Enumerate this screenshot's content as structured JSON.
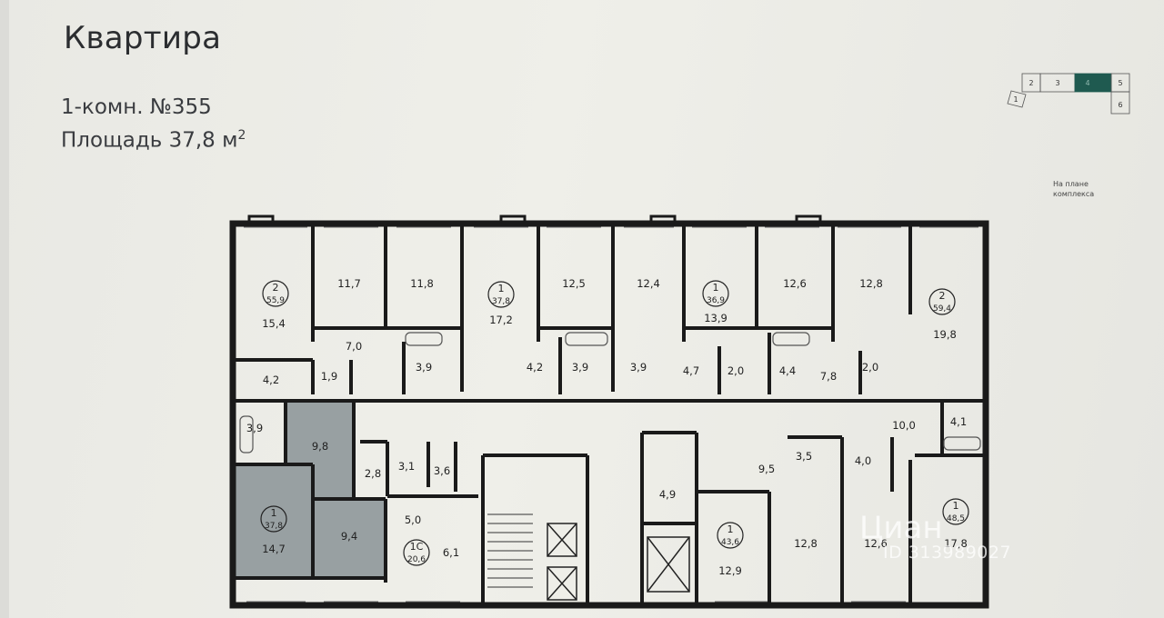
{
  "header": {
    "title": "Квартира",
    "apartment": "1-комн. №355",
    "area": "Площадь 37,8 м",
    "area_sup": "2"
  },
  "keyplan": {
    "sections": [
      "1",
      "2",
      "3",
      "4",
      "5",
      "6"
    ],
    "active_section": "4",
    "active_color": "#1f5a50",
    "note": "На плане комплекса"
  },
  "plan": {
    "highlight_color": "#98a0a2",
    "rooms": [
      {
        "id": "r1",
        "label": "15,4"
      },
      {
        "id": "r2",
        "label": "11,7"
      },
      {
        "id": "r3",
        "label": "11,8"
      },
      {
        "id": "r4",
        "label": "17,2"
      },
      {
        "id": "r5",
        "label": "12,5"
      },
      {
        "id": "r6",
        "label": "12,4"
      },
      {
        "id": "r7",
        "label": "13,9"
      },
      {
        "id": "r8",
        "label": "12,6"
      },
      {
        "id": "r9",
        "label": "12,8"
      },
      {
        "id": "r10",
        "label": "19,8"
      },
      {
        "id": "r11",
        "label": "7,0"
      },
      {
        "id": "r12",
        "label": "4,2"
      },
      {
        "id": "r13",
        "label": "1,9"
      },
      {
        "id": "r14",
        "label": "3,9"
      },
      {
        "id": "r15",
        "label": "4,2"
      },
      {
        "id": "r16",
        "label": "3,9"
      },
      {
        "id": "r17",
        "label": "3,9"
      },
      {
        "id": "r18",
        "label": "4,7"
      },
      {
        "id": "r19",
        "label": "2,0"
      },
      {
        "id": "r20",
        "label": "4,4"
      },
      {
        "id": "r21",
        "label": "7,8"
      },
      {
        "id": "r22",
        "label": "2,0"
      },
      {
        "id": "r23",
        "label": "10,0"
      },
      {
        "id": "r24",
        "label": "4,1"
      },
      {
        "id": "r25",
        "label": "3,9"
      },
      {
        "id": "r26",
        "label": "9,8"
      },
      {
        "id": "r27",
        "label": "2,8"
      },
      {
        "id": "r28",
        "label": "3,1"
      },
      {
        "id": "r29",
        "label": "3,6"
      },
      {
        "id": "r30",
        "label": "9,5"
      },
      {
        "id": "r31",
        "label": "3,5"
      },
      {
        "id": "r32",
        "label": "4,0"
      },
      {
        "id": "r33",
        "label": "4,9"
      },
      {
        "id": "r34",
        "label": "5,0"
      },
      {
        "id": "r35",
        "label": "14,7"
      },
      {
        "id": "r36",
        "label": "9,4"
      },
      {
        "id": "r37",
        "label": "6,1"
      },
      {
        "id": "r38",
        "label": "12,9"
      },
      {
        "id": "r39",
        "label": "12,8"
      },
      {
        "id": "r40",
        "label": "12,6"
      },
      {
        "id": "r41",
        "label": "17,8"
      }
    ],
    "badges": [
      {
        "id": "b1",
        "rooms": "2",
        "area": "55,9"
      },
      {
        "id": "b2",
        "rooms": "1",
        "area": "37,8"
      },
      {
        "id": "b3",
        "rooms": "1",
        "area": "36,9"
      },
      {
        "id": "b4",
        "rooms": "2",
        "area": "59,4"
      },
      {
        "id": "b5",
        "rooms": "1",
        "area": "37,8"
      },
      {
        "id": "b6",
        "rooms": "1C",
        "area": "20,6"
      },
      {
        "id": "b7",
        "rooms": "1",
        "area": "43,6"
      },
      {
        "id": "b8",
        "rooms": "1",
        "area": "48,5"
      }
    ]
  },
  "watermark": {
    "logo": "Циан",
    "id": "ID 313989027"
  }
}
